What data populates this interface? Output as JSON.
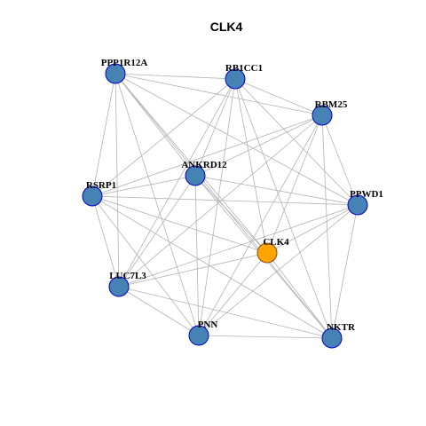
{
  "title": "CLK4",
  "colors": {
    "node_fill": "#4682B4",
    "node_stroke": "#0000CD",
    "center_fill": "#FFA500",
    "center_stroke": "#8B4513",
    "edge": "#B3B3B3",
    "background": "#FFFFFF"
  },
  "nodes": [
    {
      "id": "PPP1R12A",
      "label": "PPP1R12A",
      "center": false
    },
    {
      "id": "RB1CC1",
      "label": "RB1CC1",
      "center": false
    },
    {
      "id": "RBM25",
      "label": "RBM25",
      "center": false
    },
    {
      "id": "ANKRD12",
      "label": "ANKRD12",
      "center": false
    },
    {
      "id": "RSRP1",
      "label": "RSRP1",
      "center": false
    },
    {
      "id": "PPWD1",
      "label": "PPWD1",
      "center": false
    },
    {
      "id": "CLK4",
      "label": "CLK4",
      "center": true
    },
    {
      "id": "LUC7L3",
      "label": "LUC7L3",
      "center": false
    },
    {
      "id": "PNN",
      "label": "PNN",
      "center": false
    },
    {
      "id": "NKTR",
      "label": "NKTR",
      "center": false
    }
  ],
  "edges": [
    [
      "PPP1R12A",
      "RB1CC1"
    ],
    [
      "PPP1R12A",
      "RBM25"
    ],
    [
      "PPP1R12A",
      "RSRP1"
    ],
    [
      "PPP1R12A",
      "LUC7L3"
    ],
    [
      "PPP1R12A",
      "PNN"
    ],
    [
      "PPP1R12A",
      "NKTR"
    ],
    [
      "PPP1R12A",
      "CLK4"
    ],
    [
      "PPP1R12A",
      "PPWD1"
    ],
    [
      "PPP1R12A",
      "ANKRD12"
    ],
    [
      "RB1CC1",
      "RBM25"
    ],
    [
      "RB1CC1",
      "RSRP1"
    ],
    [
      "RB1CC1",
      "LUC7L3"
    ],
    [
      "RB1CC1",
      "PNN"
    ],
    [
      "RB1CC1",
      "NKTR"
    ],
    [
      "RB1CC1",
      "CLK4"
    ],
    [
      "RB1CC1",
      "ANKRD12"
    ],
    [
      "RB1CC1",
      "PPWD1"
    ],
    [
      "RBM25",
      "ANKRD12"
    ],
    [
      "RBM25",
      "RSRP1"
    ],
    [
      "RBM25",
      "LUC7L3"
    ],
    [
      "RBM25",
      "PNN"
    ],
    [
      "RBM25",
      "NKTR"
    ],
    [
      "RBM25",
      "CLK4"
    ],
    [
      "RBM25",
      "PPWD1"
    ],
    [
      "ANKRD12",
      "RSRP1"
    ],
    [
      "ANKRD12",
      "PPWD1"
    ],
    [
      "ANKRD12",
      "LUC7L3"
    ],
    [
      "ANKRD12",
      "PNN"
    ],
    [
      "ANKRD12",
      "NKTR"
    ],
    [
      "ANKRD12",
      "CLK4"
    ],
    [
      "RSRP1",
      "PPWD1"
    ],
    [
      "RSRP1",
      "CLK4"
    ],
    [
      "RSRP1",
      "LUC7L3"
    ],
    [
      "RSRP1",
      "PNN"
    ],
    [
      "RSRP1",
      "NKTR"
    ],
    [
      "PPWD1",
      "CLK4"
    ],
    [
      "PPWD1",
      "LUC7L3"
    ],
    [
      "PPWD1",
      "PNN"
    ],
    [
      "PPWD1",
      "NKTR"
    ],
    [
      "CLK4",
      "LUC7L3"
    ],
    [
      "CLK4",
      "PNN"
    ],
    [
      "CLK4",
      "NKTR"
    ],
    [
      "LUC7L3",
      "PNN"
    ],
    [
      "LUC7L3",
      "NKTR"
    ],
    [
      "PNN",
      "NKTR"
    ]
  ]
}
